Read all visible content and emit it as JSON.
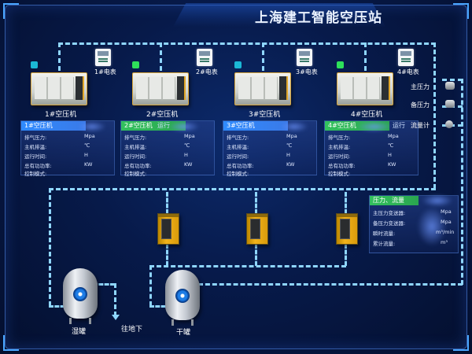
{
  "header": {
    "title": "上海建工智能空压站"
  },
  "colors": {
    "pipe": "#69c8ff",
    "running": "#33c15e",
    "stopped": "#2f8bff",
    "dryer": "#f2b21a"
  },
  "compressors": [
    {
      "label": "1#空压机",
      "meter_label": "1#电表",
      "panel_title": "1#空压机",
      "status": "",
      "state_color": "blue"
    },
    {
      "label": "2#空压机",
      "meter_label": "2#电表",
      "panel_title": "2#空压机",
      "status": "运行",
      "state_color": "green"
    },
    {
      "label": "3#空压机",
      "meter_label": "3#电表",
      "panel_title": "3#空压机",
      "status": "",
      "state_color": "blue"
    },
    {
      "label": "4#空压机",
      "meter_label": "4#电表",
      "panel_title": "4#空压机",
      "status": "运行",
      "state_color": "green"
    }
  ],
  "panel_rows": {
    "rows": [
      {
        "label": "排气压力:",
        "unit": "Mpa"
      },
      {
        "label": "主机排温:",
        "unit": "℃"
      },
      {
        "label": "运行时间:",
        "unit": "H"
      },
      {
        "label": "总有功功率:",
        "unit": "KW"
      },
      {
        "label": "控制模式:",
        "unit": ""
      }
    ],
    "unit_overrides": {
      "0": [
        "Mpa",
        "Mpa",
        "Mpa",
        "Mpa"
      ]
    }
  },
  "side_sensors": [
    {
      "label": "主压力",
      "icon": "pressure-gauge-icon"
    },
    {
      "label": "备压力",
      "icon": "pressure-gauge-icon"
    },
    {
      "label": "流量计",
      "icon": "flow-meter-icon"
    }
  ],
  "pressure_panel": {
    "title": "压力、流量",
    "rows": [
      {
        "label": "主压力变送器:",
        "unit": "Mpa"
      },
      {
        "label": "备压力变送器:",
        "unit": "Mpa"
      },
      {
        "label": "瞬时流量:",
        "unit": "m³/min"
      },
      {
        "label": "累计流量:",
        "unit": "m³"
      }
    ]
  },
  "tanks": [
    {
      "label": "湿罐"
    },
    {
      "label": "干罐"
    }
  ],
  "outlet": {
    "label": "往地下"
  }
}
